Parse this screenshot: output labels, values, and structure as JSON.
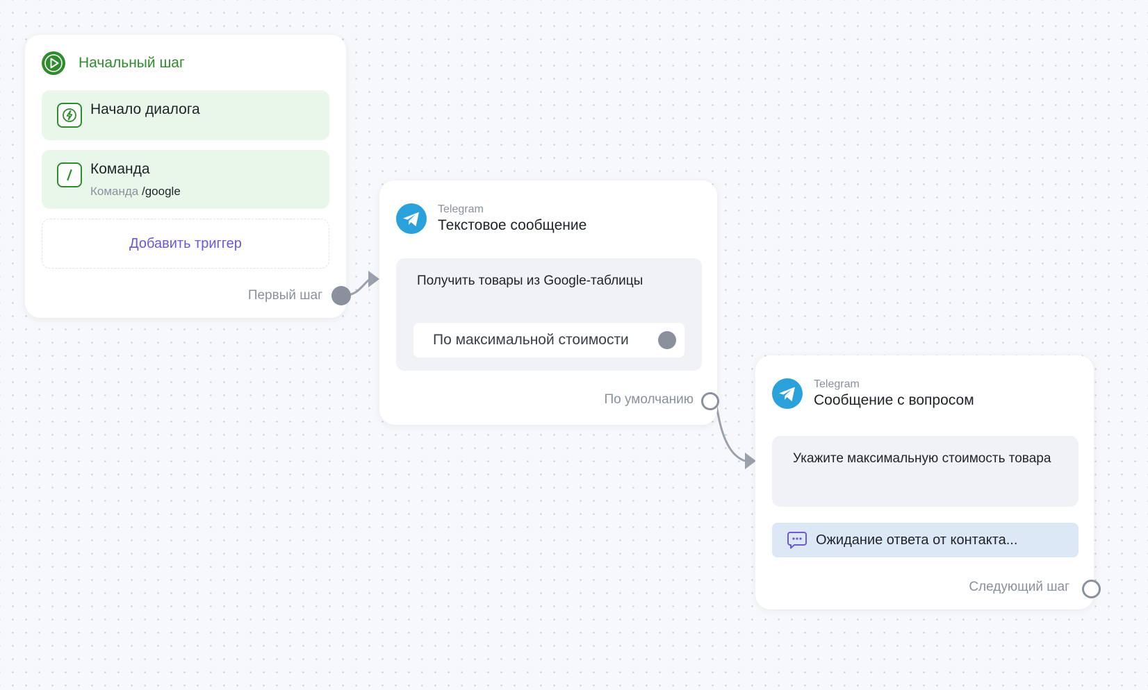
{
  "start_step": {
    "title": "Начальный шаг",
    "triggers": [
      {
        "title": "Начало диалога"
      },
      {
        "title": "Команда",
        "subtitle_label": "Команда",
        "subtitle_value": "/google"
      }
    ],
    "add_trigger_label": "Добавить триггер",
    "output_label": "Первый шаг"
  },
  "text_message_step": {
    "platform": "Telegram",
    "title": "Текстовое сообщение",
    "message": "Получить товары из Google-таблицы",
    "button_label": "По максимальной стоимости",
    "output_label": "По умолчанию"
  },
  "question_step": {
    "platform": "Telegram",
    "title": "Сообщение с вопросом",
    "message": "Укажите максимальную стоимость товара",
    "waiting_label": "Ожидание ответа от контакта...",
    "output_label": "Следующий шаг"
  },
  "colors": {
    "start_green": "#2e8b2e",
    "trigger_bg": "#e8f7ea",
    "telegram_blue": "#2aa1da",
    "accent_purple": "#6a58d8",
    "connector_gray": "#9aa0ac"
  }
}
